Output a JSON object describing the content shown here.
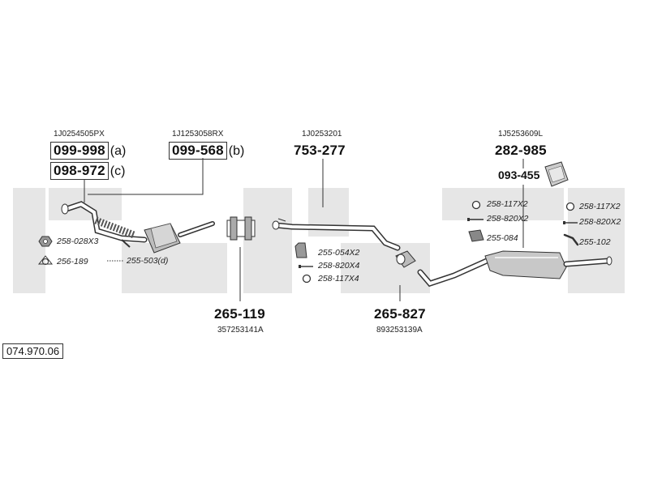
{
  "catalog_number": "074.970.06",
  "groups": {
    "front_pipe": {
      "oem": "1J0254505PX",
      "parts": [
        {
          "number": "099-998",
          "suffix": "(a)"
        },
        {
          "number": "098-972",
          "suffix": "(c)"
        }
      ]
    },
    "catalyst": {
      "oem": "1J1253058RX",
      "parts": [
        {
          "number": "099-568",
          "suffix": "(b)"
        }
      ]
    },
    "mid_pipe": {
      "oem": "1J0253201",
      "number": "753-277"
    },
    "rear_silencer": {
      "oem": "1J5253609L",
      "number": "282-985",
      "heat_shield": "093-455"
    },
    "connector_1": {
      "number": "265-119",
      "oem": "357253141A"
    },
    "connector_2": {
      "number": "265-827",
      "oem": "893253139A"
    }
  },
  "accessories": {
    "front": [
      {
        "label": "258-028X3",
        "icon": "nut-icon"
      },
      {
        "label": "256-189",
        "icon": "gasket-icon"
      },
      {
        "label": "255-503(d)",
        "icon": "bolt-icon"
      }
    ],
    "middle": [
      {
        "label": "255-054X2",
        "icon": "clamp-icon"
      },
      {
        "label": "258-820X4",
        "icon": "bolt-icon"
      },
      {
        "label": "258-117X4",
        "icon": "washer-icon"
      }
    ],
    "rear_left": [
      {
        "label": "258-117X2",
        "icon": "washer-icon"
      },
      {
        "label": "258-820X2",
        "icon": "bolt-icon"
      },
      {
        "label": "255-084",
        "icon": "rubber-mount-icon"
      }
    ],
    "rear_right": [
      {
        "label": "258-117X2",
        "icon": "washer-icon"
      },
      {
        "label": "258-820X2",
        "icon": "bolt-icon"
      },
      {
        "label": "255-102",
        "icon": "hanger-icon"
      }
    ]
  },
  "colors": {
    "line": "#333333",
    "watermark": "#e6e6e6"
  }
}
